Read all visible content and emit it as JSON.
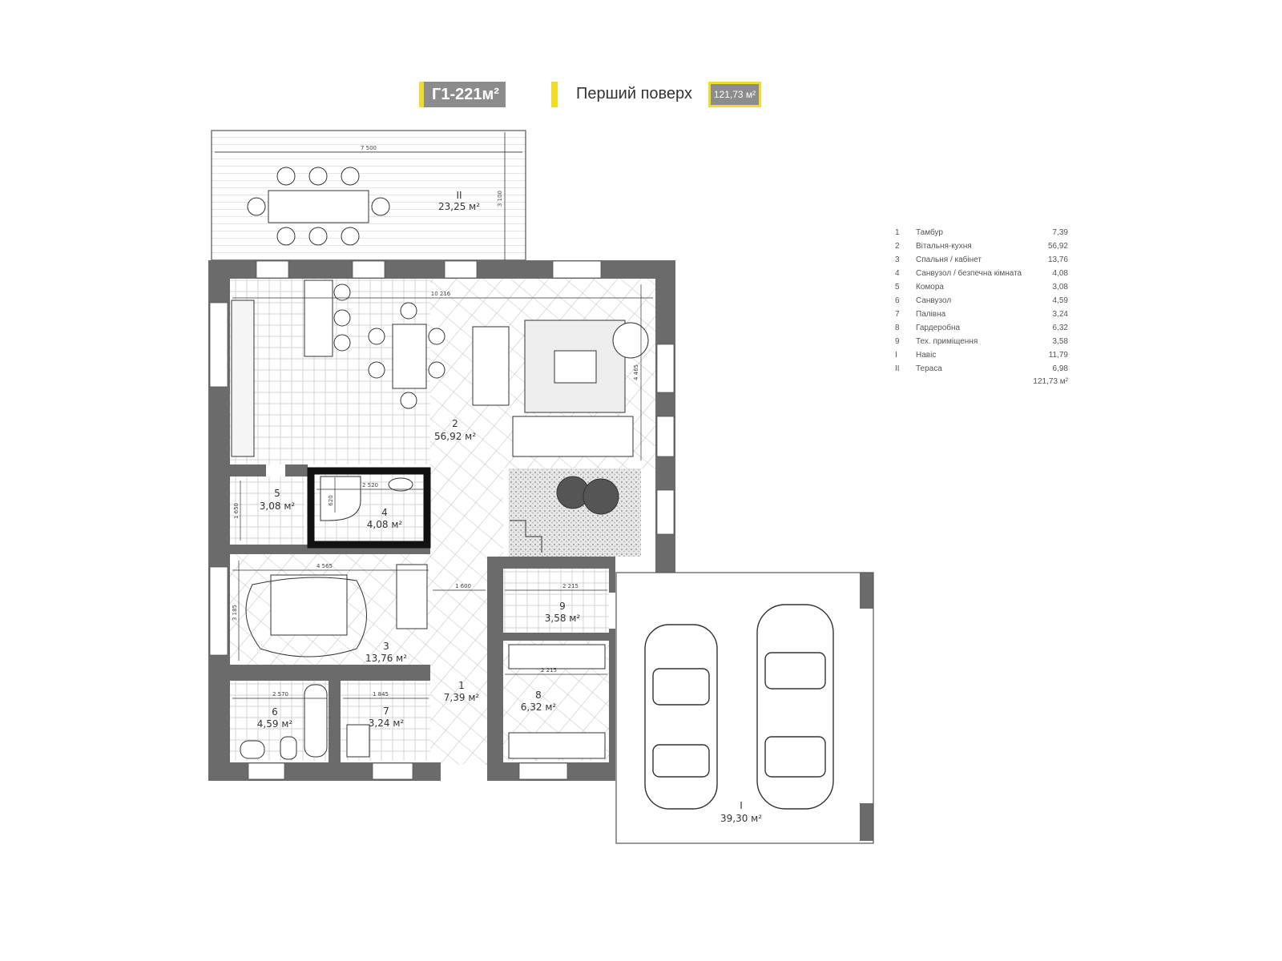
{
  "header": {
    "project_badge": "Г1-221м²",
    "floor_title": "Перший поверх",
    "floor_area_badge": "121,73 м²",
    "accent_color": "#f2dc2a",
    "badge_color": "#8c8c8c"
  },
  "rooms": {
    "terrace": {
      "number": "II",
      "area": "23,25 м²"
    },
    "living_kitchen": {
      "number": "2",
      "area": "56,92 м²"
    },
    "storage": {
      "number": "5",
      "area": "3,08 м²"
    },
    "bath_safe": {
      "number": "4",
      "area": "4,08 м²"
    },
    "bedroom": {
      "number": "3",
      "area": "13,76 м²"
    },
    "vestibule": {
      "number": "1",
      "area": "7,39 м²"
    },
    "tech": {
      "number": "9",
      "area": "3,58 м²"
    },
    "wardrobe": {
      "number": "8",
      "area": "6,32 м²"
    },
    "bathroom": {
      "number": "6",
      "area": "4,59 м²"
    },
    "boiler": {
      "number": "7",
      "area": "3,24 м²"
    },
    "carport": {
      "number": "I",
      "area": "39,30 м²"
    }
  },
  "dimensions": {
    "terrace_width": "7 500",
    "terrace_depth": "3 100",
    "living_width": "10 216",
    "living_depth": "4 465",
    "bath4_width": "2 520",
    "bath4_shower": "620",
    "storage_depth": "1 650",
    "bedroom_width": "4 565",
    "bedroom_depth": "3 185",
    "hall_width": "1 600",
    "tech_width": "2 215",
    "wardrobe_width": "2 215",
    "bath6_width": "2 570",
    "boiler_width": "1 845"
  },
  "legend": {
    "items": [
      {
        "num": "1",
        "name": "Тамбур",
        "area": "7,39"
      },
      {
        "num": "2",
        "name": "Вітальня-кухня",
        "area": "56,92"
      },
      {
        "num": "3",
        "name": "Спальня / кабінет",
        "area": "13,76"
      },
      {
        "num": "4",
        "name": "Санвузол / безпечна кімната",
        "area": "4,08"
      },
      {
        "num": "5",
        "name": "Комора",
        "area": "3,08"
      },
      {
        "num": "6",
        "name": "Санвузол",
        "area": "4,59"
      },
      {
        "num": "7",
        "name": "Палівна",
        "area": "3,24"
      },
      {
        "num": "8",
        "name": "Гардеробна",
        "area": "6,32"
      },
      {
        "num": "9",
        "name": "Тех. приміщення",
        "area": "3,58"
      },
      {
        "num": "I",
        "name": "Навіс",
        "area": "11,79"
      },
      {
        "num": "II",
        "name": "Тераса",
        "area": "6,98"
      }
    ],
    "total": "121,73 м²"
  }
}
